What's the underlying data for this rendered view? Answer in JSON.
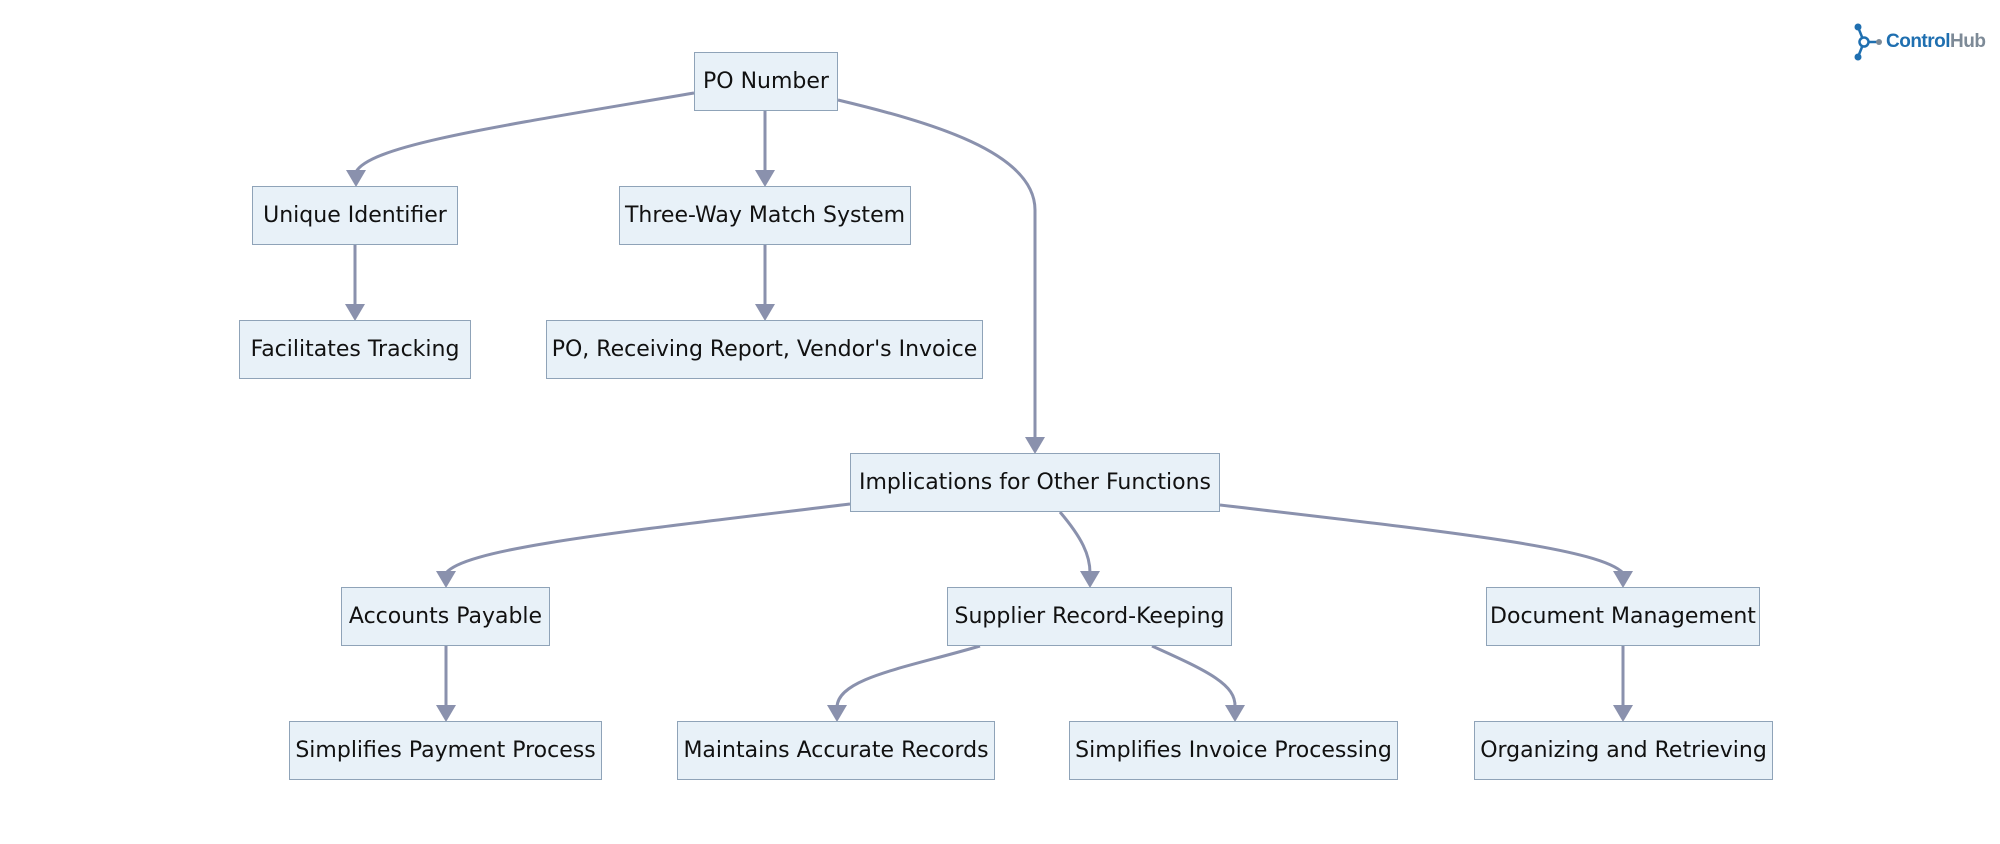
{
  "brand": {
    "name_part1": "Control",
    "name_part2": "Hub",
    "icon": "network-nodes-icon",
    "color_primary": "#1f6fb0",
    "color_secondary": "#7d8a97"
  },
  "diagram": {
    "nodes": {
      "po_number": "PO Number",
      "unique_identifier": "Unique Identifier",
      "three_way_match": "Three-Way Match System",
      "facilitates_tracking": "Facilitates Tracking",
      "po_documents": "PO, Receiving Report, Vendor's Invoice",
      "implications": "Implications for Other Functions",
      "accounts_payable": "Accounts Payable",
      "supplier_record_keeping": "Supplier Record-Keeping",
      "document_management": "Document Management",
      "simplifies_payment": "Simplifies Payment Process",
      "maintains_records": "Maintains Accurate Records",
      "simplifies_invoice": "Simplifies Invoice Processing",
      "organizing_retrieving": "Organizing and Retrieving"
    },
    "edges": [
      [
        "po_number",
        "unique_identifier"
      ],
      [
        "po_number",
        "three_way_match"
      ],
      [
        "po_number",
        "implications"
      ],
      [
        "unique_identifier",
        "facilitates_tracking"
      ],
      [
        "three_way_match",
        "po_documents"
      ],
      [
        "implications",
        "accounts_payable"
      ],
      [
        "implications",
        "supplier_record_keeping"
      ],
      [
        "implications",
        "document_management"
      ],
      [
        "accounts_payable",
        "simplifies_payment"
      ],
      [
        "supplier_record_keeping",
        "maintains_records"
      ],
      [
        "supplier_record_keeping",
        "simplifies_invoice"
      ],
      [
        "document_management",
        "organizing_retrieving"
      ]
    ],
    "colors": {
      "node_fill": "#e8f1f8",
      "node_border": "#8fa3b8",
      "edge": "#8a91ad"
    }
  }
}
